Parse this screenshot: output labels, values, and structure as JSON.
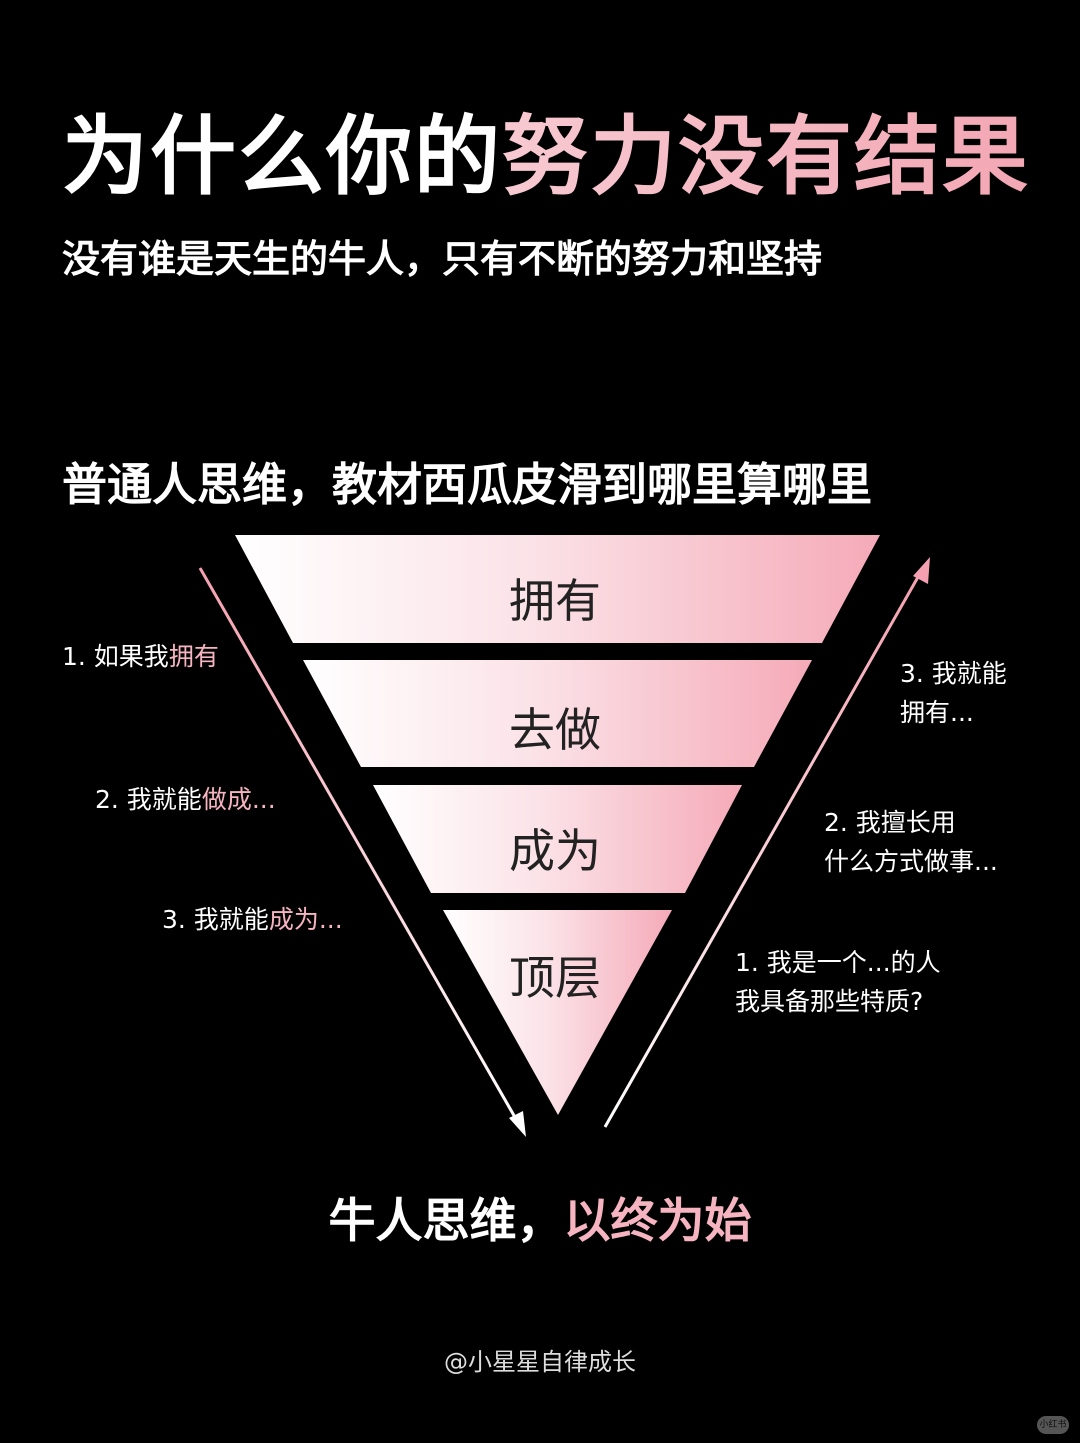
{
  "title": {
    "part1": "为什么你的",
    "part2": "努力没有结果"
  },
  "subtitle": "没有谁是天生的牛人，只有不断的努力和坚持",
  "section_heading": "普通人思维，教材西瓜皮滑到哪里算哪里",
  "layers": [
    "拥有",
    "去做",
    "成为",
    "顶层"
  ],
  "left_notes": [
    {
      "white": "1. 如果我",
      "pink": "拥有"
    },
    {
      "white": "2. 我就能",
      "pink": "做成..."
    },
    {
      "white": "3. 我就能",
      "pink": "成为..."
    }
  ],
  "right_notes": [
    {
      "lines": [
        "3. 我就能",
        "拥有..."
      ]
    },
    {
      "lines": [
        "2. 我擅长用",
        "什么方式做事..."
      ]
    },
    {
      "lines": [
        "1. 我是一个...的人",
        "我具备那些特质?"
      ]
    }
  ],
  "bottom": {
    "part1": "牛人思维，",
    "part2": "以终为始"
  },
  "watermark": "@小星星自律成长",
  "corner_logo": "小红书",
  "colors": {
    "background": "#000000",
    "accent_pink": "#f5b4c0",
    "layer_gradient_start": "#ffffff",
    "layer_gradient_end": "#f5aab8"
  }
}
